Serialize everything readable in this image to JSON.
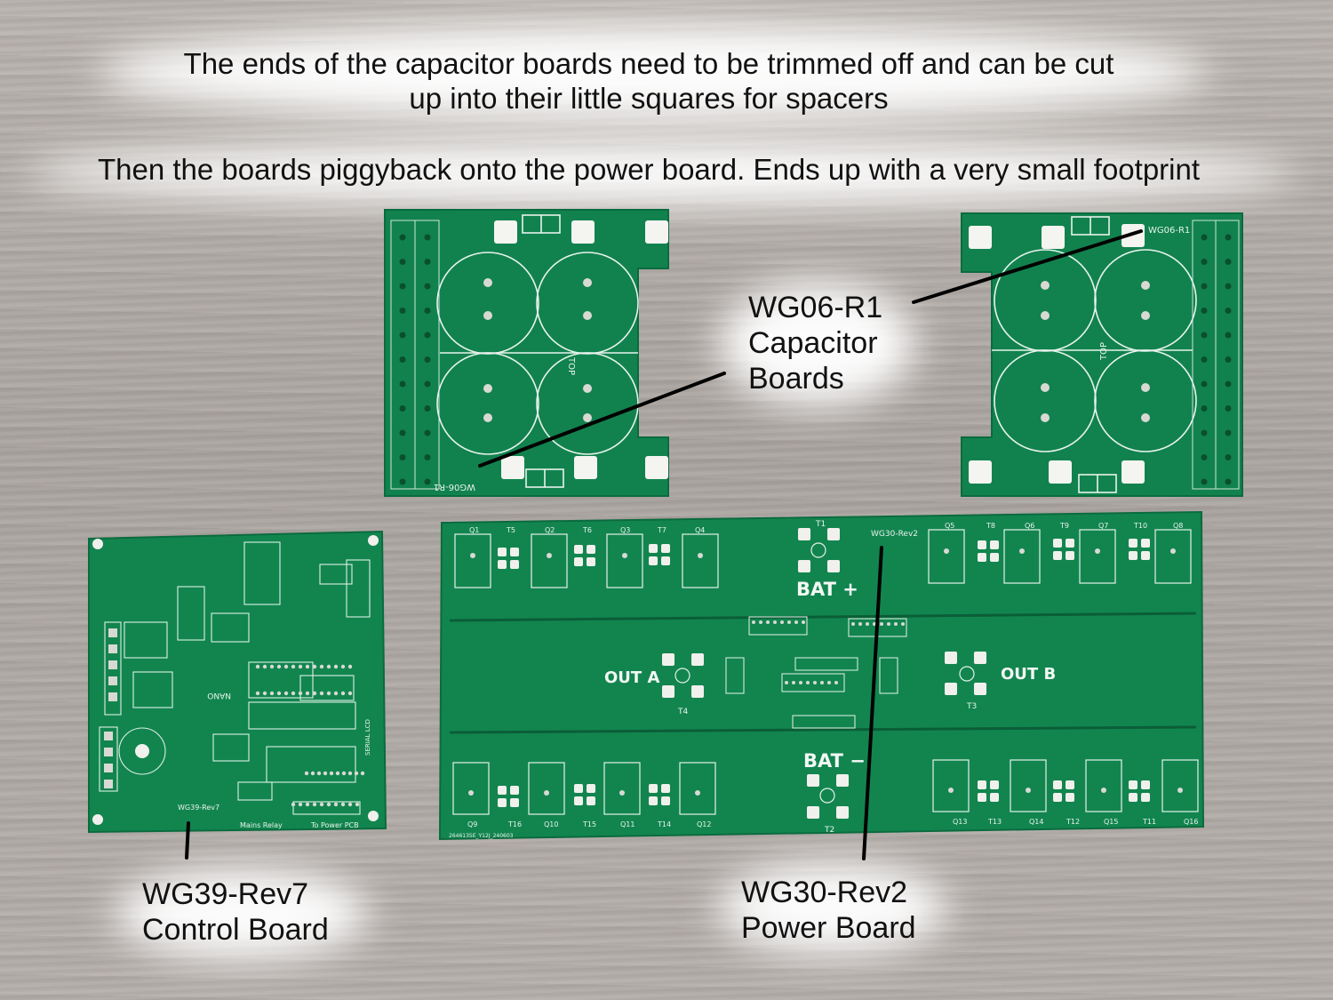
{
  "captions": {
    "line1": "The ends of the capacitor boards need to be trimmed off and can be cut",
    "line2": "up into their little squares for spacers",
    "line3": "Then the boards piggyback onto the power board. Ends up with a very small footprint"
  },
  "labels": {
    "capacitor": [
      "WG06-R1",
      "Capacitor",
      "Boards"
    ],
    "control": [
      "WG39-Rev7",
      "Control Board"
    ],
    "power": [
      "WG30-Rev2",
      "Power Board"
    ]
  },
  "silkscreen": {
    "cap_left_id": "WG06-R1",
    "cap_right_id": "WG06-R1",
    "power_id": "WG30-Rev2",
    "control_id": "WG39-Rev7",
    "bat_plus": "BAT +",
    "bat_minus": "BAT −",
    "out_a": "OUT A",
    "out_b": "OUT B",
    "top": "TOP",
    "nano": "NANO",
    "mains_relay": "Mains Relay",
    "to_power_pcb": "To Power PCB",
    "serial_lcd": "SERIAL LCD",
    "t1": "T1",
    "t2": "T2",
    "t3": "T3",
    "t4": "T4",
    "top_mosfets": [
      "Q1",
      "T5",
      "Q2",
      "T6",
      "Q3",
      "T7",
      "Q4"
    ],
    "top_mosfets_right": [
      "Q5",
      "T8",
      "Q6",
      "T9",
      "Q7",
      "T10",
      "Q8"
    ],
    "bottom_mosfets": [
      "Q9",
      "T16",
      "Q10",
      "T15",
      "Q11",
      "T14",
      "Q12"
    ],
    "bottom_mosfets_right": [
      "Q13",
      "T13",
      "Q14",
      "T12",
      "Q15",
      "T11",
      "Q16"
    ],
    "part_code": "2646135E_Y12J_240603"
  },
  "colors": {
    "pcb_green": "#11824e",
    "pcb_edge": "#0b6b3e",
    "silkscreen": "#e8f3ec",
    "pad_silver": "#d9d9d4",
    "caption_glow": "#ffffff"
  }
}
